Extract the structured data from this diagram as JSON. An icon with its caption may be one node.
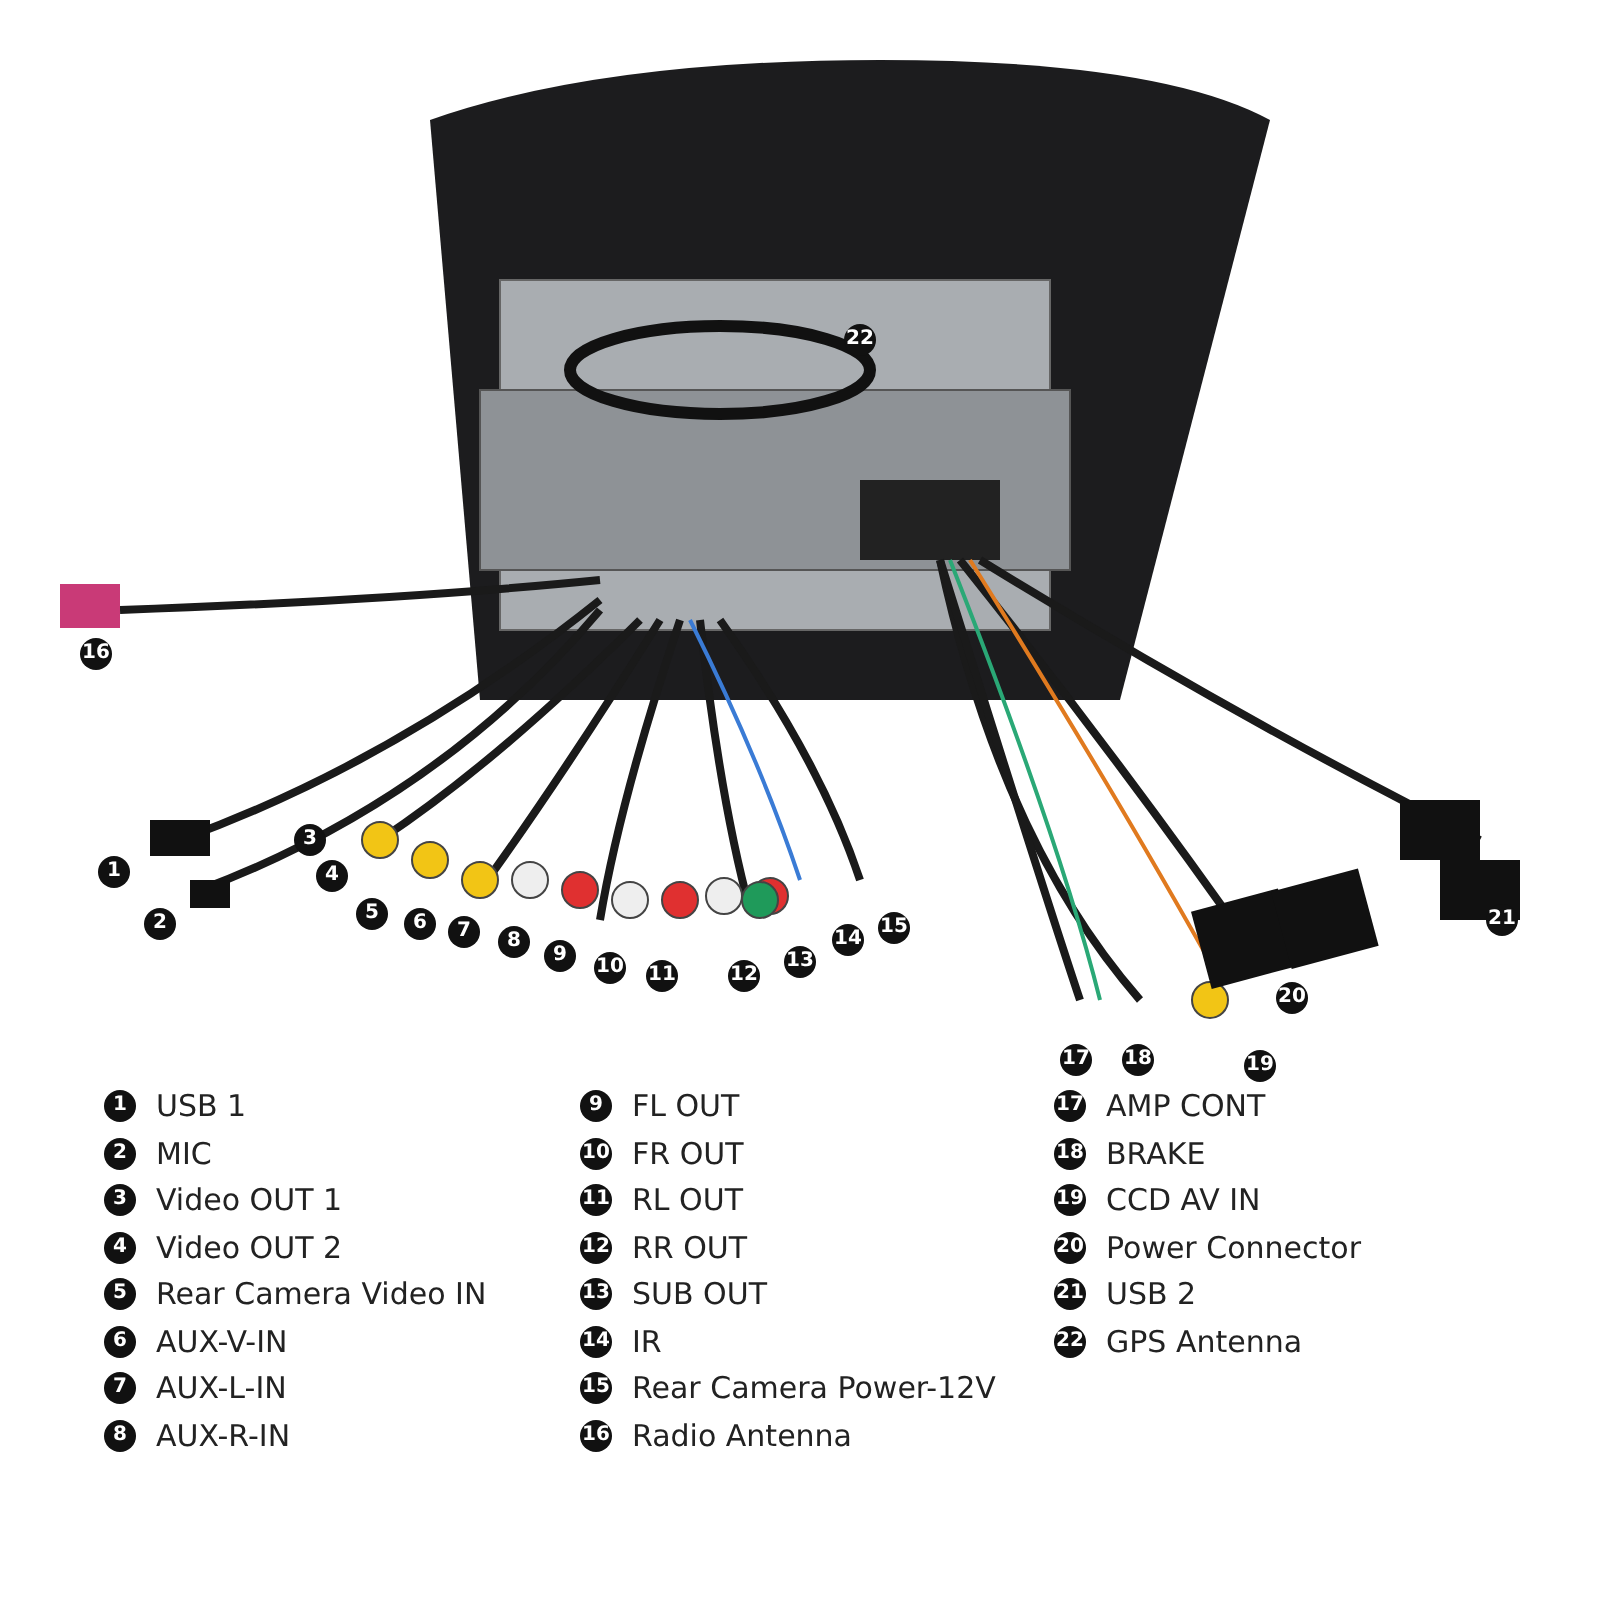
{
  "diagram": {
    "labels": [
      "1",
      "2",
      "3",
      "4",
      "5",
      "6",
      "7",
      "8",
      "9",
      "10",
      "11",
      "12",
      "13",
      "14",
      "15",
      "16",
      "17",
      "18",
      "19",
      "20",
      "21",
      "22",
      "1",
      "USB 1",
      "2",
      "MIC",
      "3",
      "Video OUT 1",
      "4",
      "Video OUT 2",
      "5",
      "Rear Camera Video IN",
      "6",
      "AUX-V-IN",
      "7",
      "AUX-L-IN",
      "8",
      "AUX-R-IN",
      "9",
      "FL OUT",
      "10",
      "FR OUT",
      "11",
      "RL OUT",
      "12",
      "RR OUT",
      "13",
      "SUB OUT",
      "14",
      "IR",
      "15",
      "Rear Camera Power-12V",
      "16",
      "Radio Antenna",
      "17",
      "AMP CONT",
      "18",
      "BRAKE",
      "19",
      "CCD AV IN",
      "20",
      "Power Connector",
      "21",
      "USB 2",
      "22",
      "GPS Antenna"
    ]
  }
}
